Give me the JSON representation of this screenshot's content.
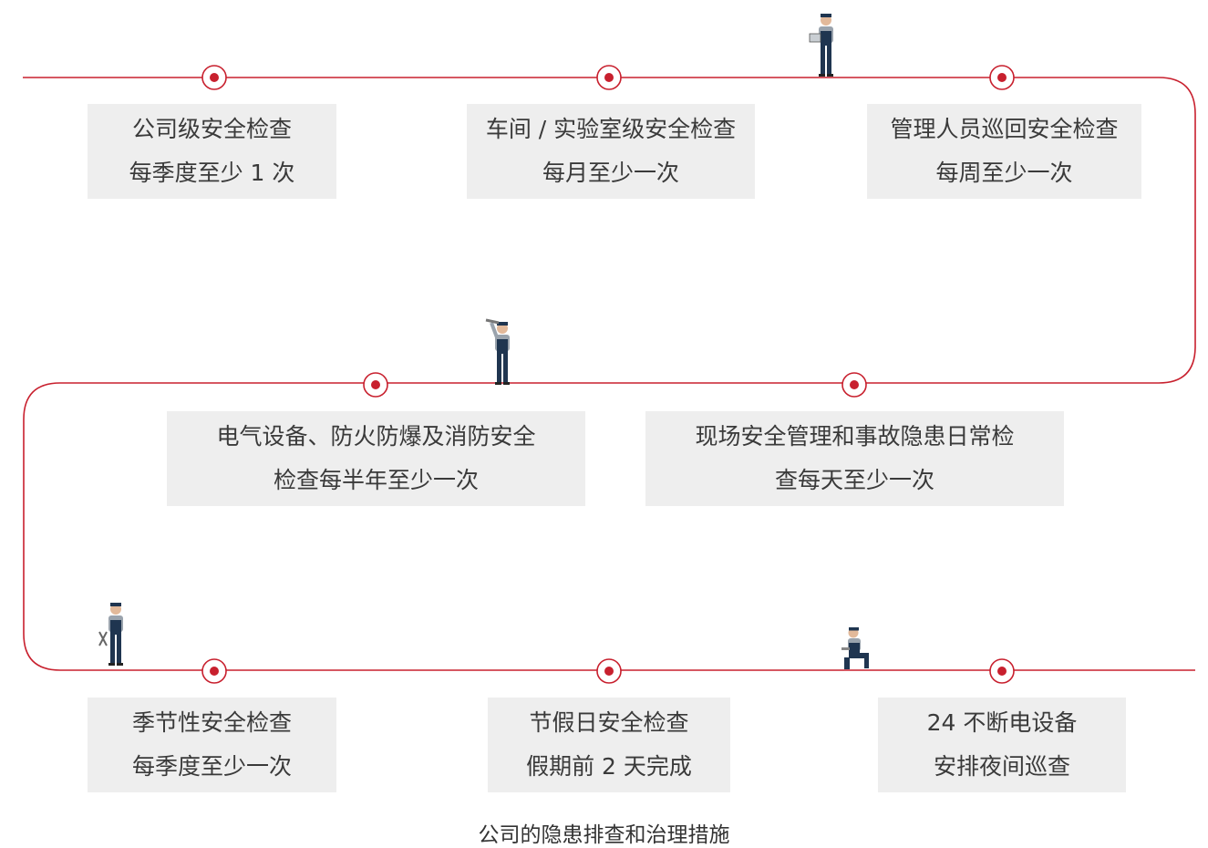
{
  "colors": {
    "line": "#c8202e",
    "box_bg": "#eeeeee",
    "text": "#3a3a3a",
    "worker_overall": "#1f3550",
    "worker_shirt": "#9aa3ad"
  },
  "steps": [
    {
      "line1": "公司级安全检查",
      "line2": "每季度至少 1 次"
    },
    {
      "line1": "车间 / 实验室级安全检查",
      "line2": "每月至少一次"
    },
    {
      "line1": "管理人员巡回安全检查",
      "line2": "每周至少一次"
    },
    {
      "line1": "现场安全管理和事故隐患日常检",
      "line2": "查每天至少一次"
    },
    {
      "line1": "电气设备、防火防爆及消防安全",
      "line2": "检查每半年至少一次"
    },
    {
      "line1": "季节性安全检查",
      "line2": "每季度至少一次"
    },
    {
      "line1": "节假日安全检查",
      "line2": "假期前 2 天完成"
    },
    {
      "line1": "24 不断电设备",
      "line2": "安排夜间巡查"
    }
  ],
  "workers": [
    {
      "icon": "worker-with-laptop-icon"
    },
    {
      "icon": "worker-with-wrench-raised-icon"
    },
    {
      "icon": "worker-with-tools-standing-icon"
    },
    {
      "icon": "worker-kneeling-icon"
    }
  ],
  "caption": "公司的隐患排查和治理措施"
}
